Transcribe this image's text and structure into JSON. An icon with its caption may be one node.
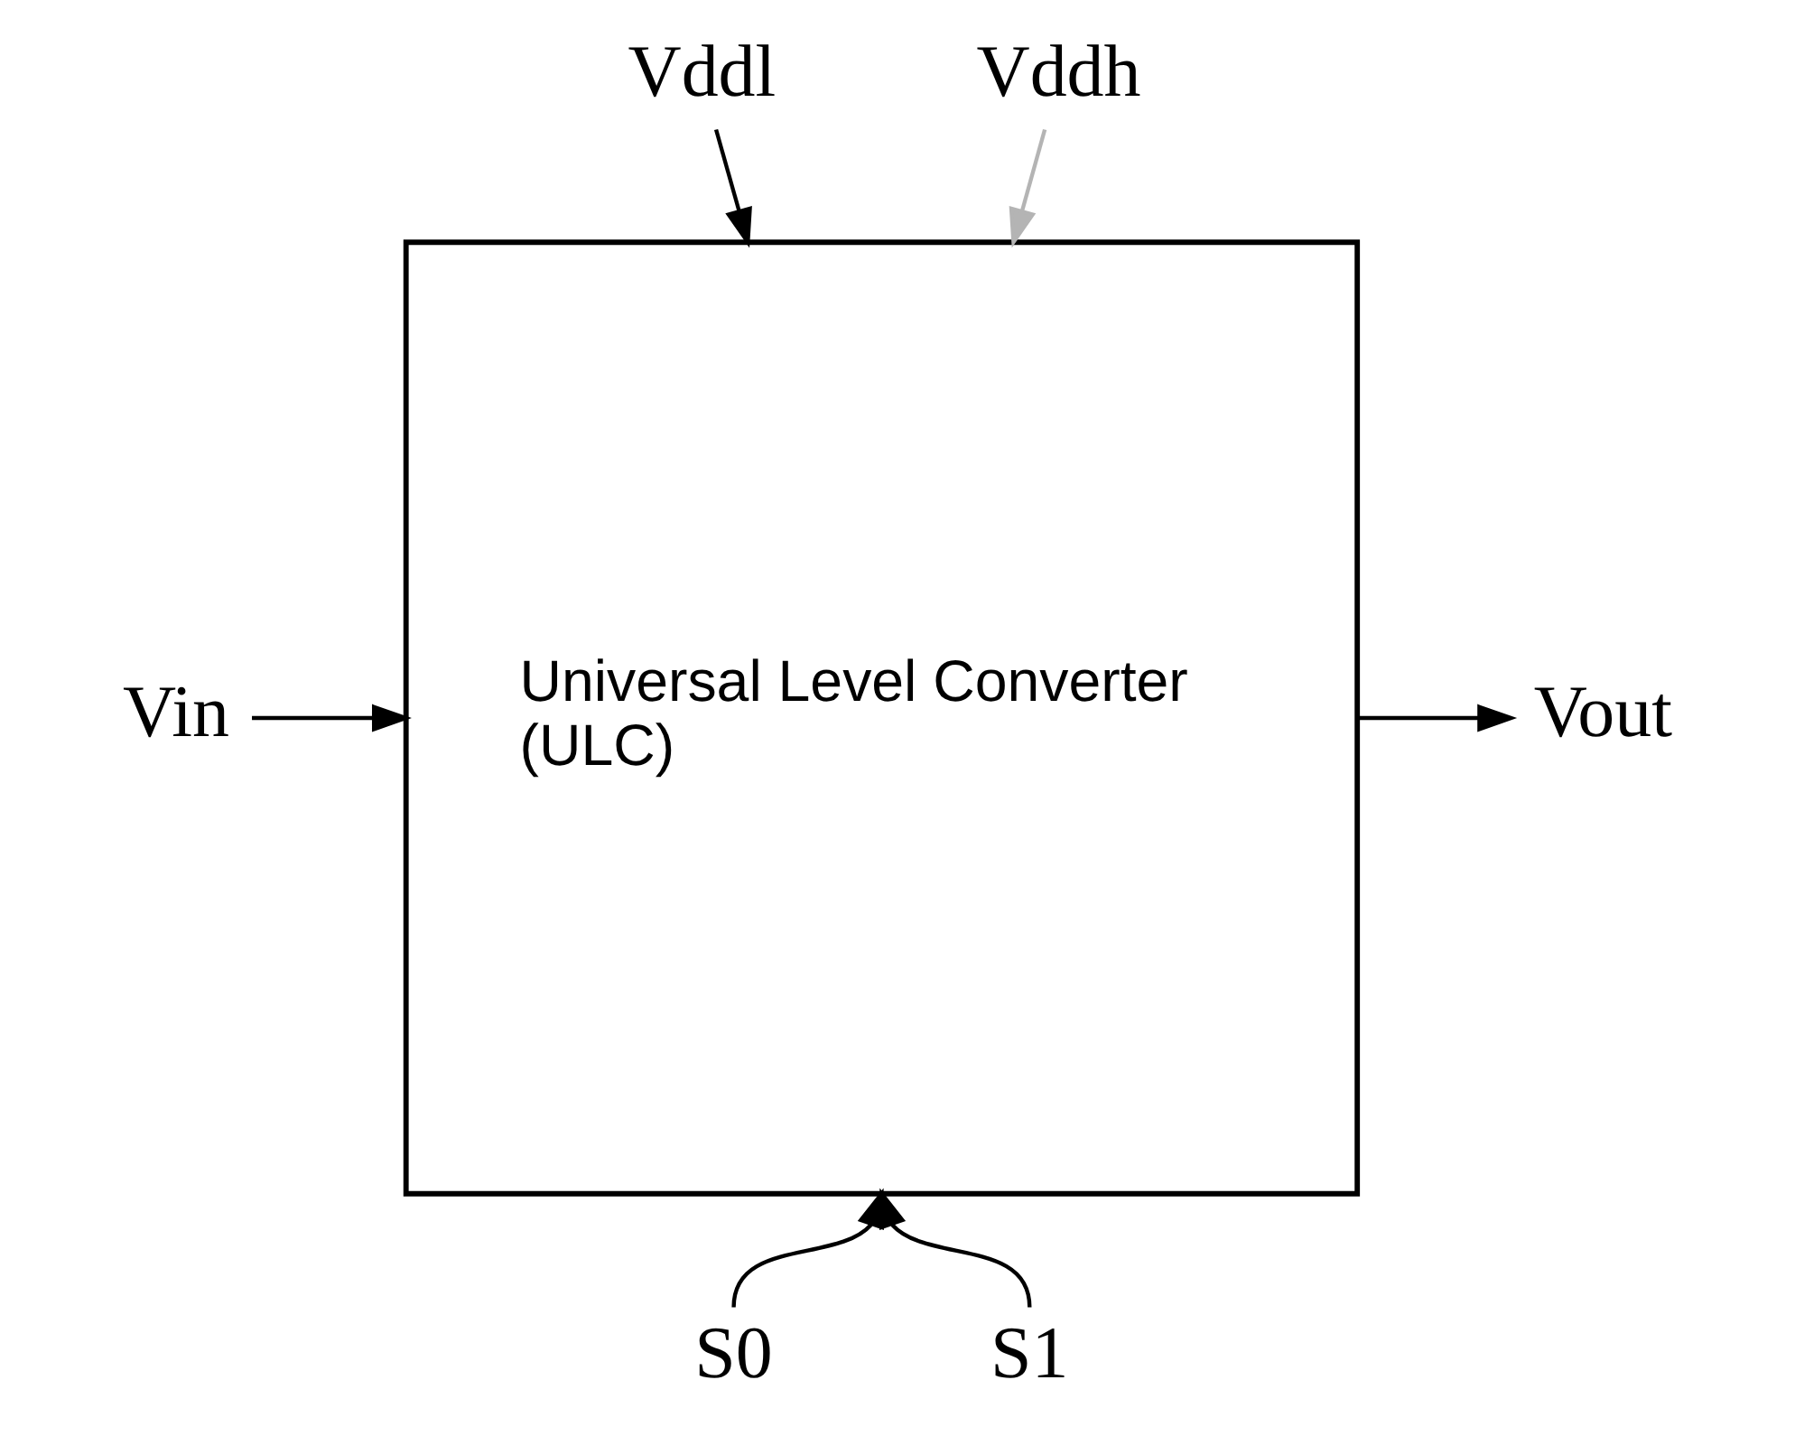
{
  "diagram": {
    "nodes": [
      {
        "text": [
          "Vddl"
        ]
      },
      {
        "text": [
          "Vddh"
        ]
      },
      {
        "text": [
          "Vin"
        ]
      },
      {
        "text": [
          "Universal Level Converter",
          "(ULC)"
        ]
      },
      {
        "text": [
          "Vout"
        ]
      },
      {
        "text": [
          "S0"
        ]
      },
      {
        "text": [
          "S1"
        ]
      }
    ],
    "edges": [
      {
        "from": 0,
        "to": 3,
        "arrow": "to"
      },
      {
        "from": 1,
        "to": 3,
        "arrow": "to",
        "color": "#b4b4b4"
      },
      {
        "from": 2,
        "to": 3,
        "arrow": "to"
      },
      {
        "from": 3,
        "to": 4,
        "arrow": "to"
      },
      {
        "from": 5,
        "to": 3,
        "arrow": "to"
      },
      {
        "from": 6,
        "to": 3,
        "arrow": "to"
      }
    ]
  }
}
